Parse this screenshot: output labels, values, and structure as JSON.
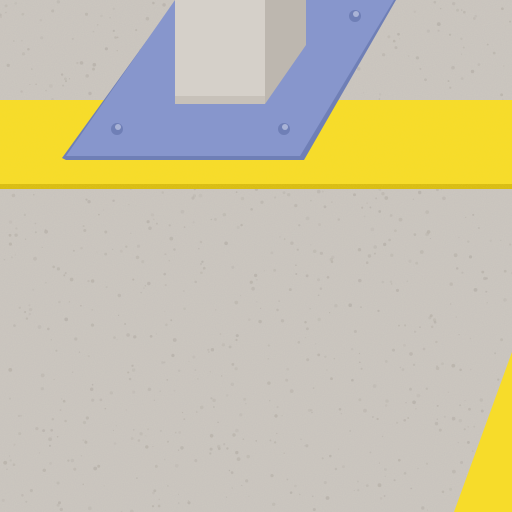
{
  "scene": {
    "floor_color": "#cbc6bf",
    "floor_speckle_color": "#b4aea6",
    "stripe_color": "#f7dc2a",
    "stripe_shadow_color": "#d9bd14",
    "plate_color": "#8796cc",
    "plate_shadow_color": "#6f7fb6",
    "plate_bolt_color": "#a9b3d6",
    "post_color": "#d5d0c9",
    "post_side_color": "#bdb7af",
    "post_shade_color": "#c7c1b9",
    "elements": [
      "concrete-floor",
      "yellow-floor-stripe",
      "yellow-diagonal-stripe",
      "steel-base-plate",
      "anchor-bolts",
      "concrete-post"
    ]
  }
}
